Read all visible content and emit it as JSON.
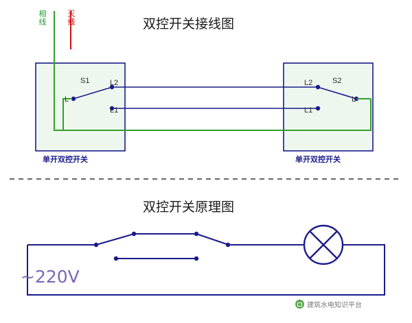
{
  "diagram": {
    "top": {
      "title": "双控开关接线图",
      "wire_labels": [
        {
          "id": "live",
          "text": "相线",
          "color": "#1f9d2f"
        },
        {
          "id": "neutral",
          "text": "灭线",
          "color": "#cc1111"
        }
      ],
      "switch_left": {
        "name": "S1",
        "common_terminal": "L",
        "terminals": [
          "L2",
          "L1"
        ],
        "caption": "单开双控开关"
      },
      "switch_right": {
        "name": "S2",
        "common_terminal": "L",
        "terminals": [
          "L2",
          "L1"
        ],
        "caption": "单开双控开关"
      }
    },
    "bottom": {
      "title": "双控开关原理图",
      "voltage": "~220V",
      "lamp": "lamp-symbol"
    }
  },
  "watermark": {
    "text": "建筑水电知识平台",
    "logo": "wechat-logo-icon"
  },
  "colors": {
    "live_green": "#33a02c",
    "neutral_red": "#cc1111",
    "wire_blue": "#1a1a8c",
    "box_border": "#1a1a8c",
    "box_fill": "#eef7ee",
    "lamp": "#1a1a8c",
    "divider": "#333333"
  }
}
